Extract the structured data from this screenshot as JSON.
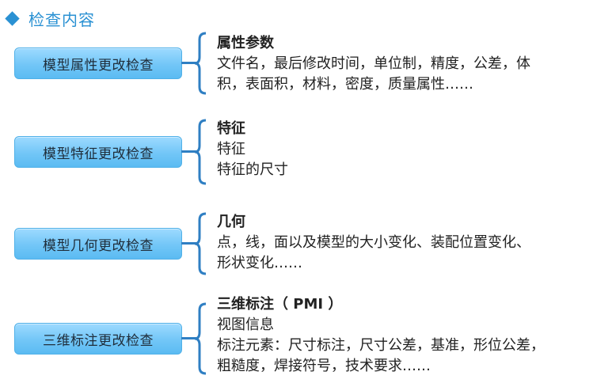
{
  "colors": {
    "accent": "#2a91d3",
    "pill_fill": "#7ecbfa",
    "brace": "#2f7fc3",
    "text": "#222222"
  },
  "header": {
    "icon": "diamond-bullet-icon",
    "title": "检查内容"
  },
  "rows": [
    {
      "label": "模型属性更改检查",
      "title": "属性参数",
      "lines": [
        "文件名，最后修改时间，单位制，精度，公差，体",
        "积，表面积，材料，密度，质量属性……"
      ]
    },
    {
      "label": "模型特征更改检查",
      "title": "特征",
      "lines": [
        "特征",
        "特征的尺寸"
      ]
    },
    {
      "label": "模型几何更改检查",
      "title": "几何",
      "lines": [
        "点，线，面以及模型的大小变化、装配位置变化、",
        "形状变化……"
      ]
    },
    {
      "label": "三维标注更改检查",
      "title": "三维标注（ PMI ）",
      "lines": [
        "视图信息",
        "标注元素：尺寸标注，尺寸公差，基准，形位公差，",
        "粗糙度，焊接符号，技术要求……"
      ]
    }
  ]
}
